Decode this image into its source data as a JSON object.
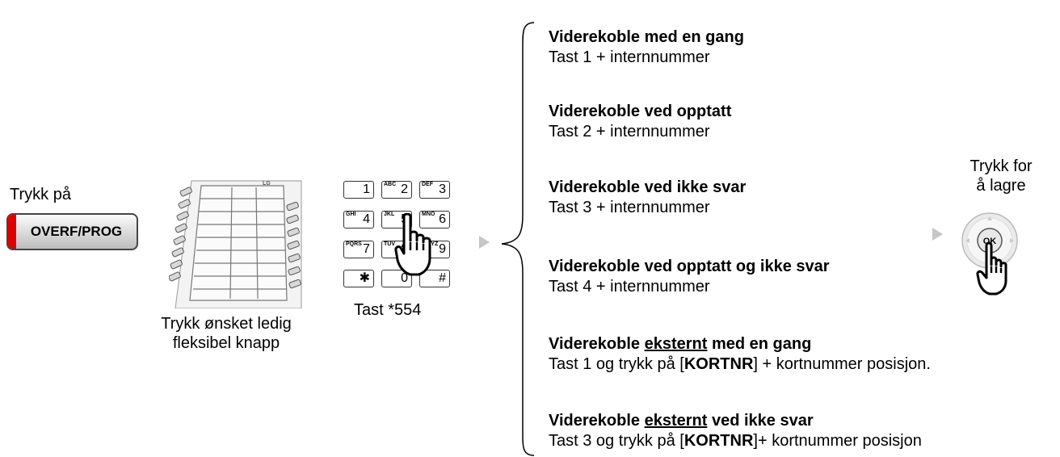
{
  "left": {
    "press_label": "Trykk på",
    "button_label": "OVERF/PROG"
  },
  "flex": {
    "caption_line1": "Trykk ønsket ledig",
    "caption_line2": "fleksibel knapp",
    "logo_text": "LG"
  },
  "keypad": {
    "keys": [
      {
        "digit": "1",
        "letters": ""
      },
      {
        "digit": "2",
        "letters": "ABC"
      },
      {
        "digit": "3",
        "letters": "DEF"
      },
      {
        "digit": "4",
        "letters": "GHI"
      },
      {
        "digit": "5",
        "letters": "JKL"
      },
      {
        "digit": "6",
        "letters": "MNO"
      },
      {
        "digit": "7",
        "letters": "PQRS"
      },
      {
        "digit": "8",
        "letters": "TUV"
      },
      {
        "digit": "9",
        "letters": "WXYZ"
      },
      {
        "digit": "✱",
        "letters": ""
      },
      {
        "digit": "0",
        "letters": ""
      },
      {
        "digit": "#",
        "letters": ""
      }
    ],
    "caption": "Tast *554"
  },
  "options": [
    {
      "title_pre": "Viderekoble med en gang",
      "title_ul": "",
      "title_post": "",
      "desc_pre": "Tast 1 + internnummer",
      "desc_bold": "",
      "desc_post": ""
    },
    {
      "title_pre": "Viderekoble ved opptatt",
      "title_ul": "",
      "title_post": "",
      "desc_pre": "Tast 2 + internnummer",
      "desc_bold": "",
      "desc_post": ""
    },
    {
      "title_pre": "Viderekoble ved ikke svar",
      "title_ul": "",
      "title_post": "",
      "desc_pre": "Tast 3 + internnummer",
      "desc_bold": "",
      "desc_post": ""
    },
    {
      "title_pre": "Viderekoble ved opptatt og ikke svar",
      "title_ul": "",
      "title_post": "",
      "desc_pre": "Tast 4 + internnummer",
      "desc_bold": "",
      "desc_post": ""
    },
    {
      "title_pre": "Viderekoble ",
      "title_ul": "eksternt",
      "title_post": " med en gang",
      "desc_pre": "Tast 1 og trykk på [",
      "desc_bold": "KORTNR",
      "desc_post": "] + kortnummer posisjon."
    },
    {
      "title_pre": "Viderekoble ",
      "title_ul": "eksternt",
      "title_post": " ved ikke svar",
      "desc_pre": "Tast 3 og trykk på [",
      "desc_bold": "KORTNR",
      "desc_post": "]+ kortnummer posisjon"
    }
  ],
  "save": {
    "line1": "Trykk for",
    "line2": "å lagre",
    "ok_label": "OK"
  }
}
